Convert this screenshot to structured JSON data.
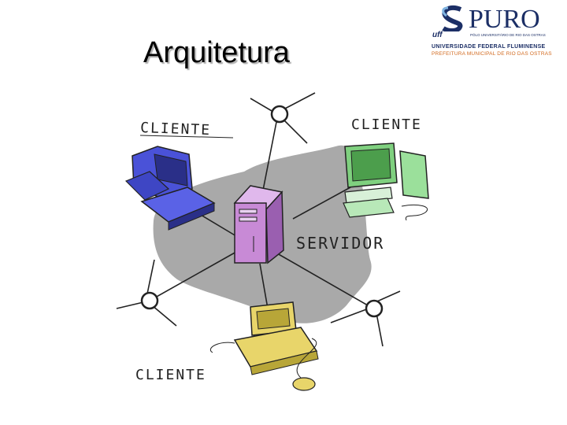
{
  "slide": {
    "title": "Arquitetura"
  },
  "logo": {
    "name": "PURO",
    "tagline": "PÓLO UNIVERSITÁRIO DE RIO DAS OSTRAS",
    "mark": "uff",
    "university": "UNIVERSIDADE FEDERAL FLUMINENSE",
    "city": "PREFEITURA MUNICIPAL DE RIO DAS OSTRAS"
  },
  "diagram": {
    "client_top_left": "CLIENTE",
    "client_top_right": "CLIENTE",
    "client_bottom": "CLIENTE",
    "server": "SERVIDOR"
  },
  "colors": {
    "background_blob": "#a9a9a9",
    "server": "#c88ad6",
    "client_blue": "#4a52d8",
    "client_green": "#7fd07f",
    "client_yellow": "#e8d56a"
  }
}
